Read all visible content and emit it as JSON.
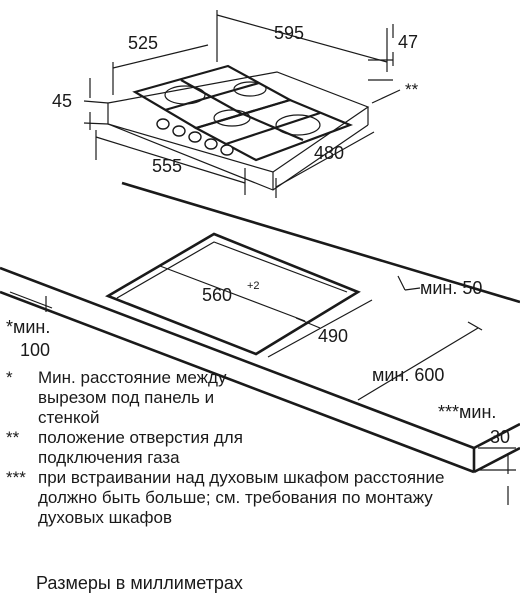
{
  "diagram": {
    "hob": {
      "dim_525": "525",
      "dim_595": "595",
      "dim_47": "47",
      "dim_45": "45",
      "dim_555": "555",
      "dim_480": "480",
      "mark_gas": "**"
    },
    "cutout": {
      "dim_560": "560",
      "dim_560_tol": "+2",
      "dim_490": "490",
      "min_50": "мин. 50",
      "min_100_a": "*мин.",
      "min_100_b": "100",
      "min_600": "мин. 600",
      "min_30_a": "***мин.",
      "min_30_b": "30"
    }
  },
  "notes": [
    {
      "mark": "*",
      "text": "Мин. расстояние между вырезом под панель и стенкой"
    },
    {
      "mark": "**",
      "text": "положение отверстия для подключения газа"
    },
    {
      "mark": "***",
      "text": "при встраивании над духовым шкафом расстояние должно быть больше; см. требования по монтажу духовых шкафов"
    }
  ],
  "footer": "Размеры в миллиметрах",
  "colors": {
    "ink": "#1a1a1a",
    "background": "#ffffff"
  }
}
